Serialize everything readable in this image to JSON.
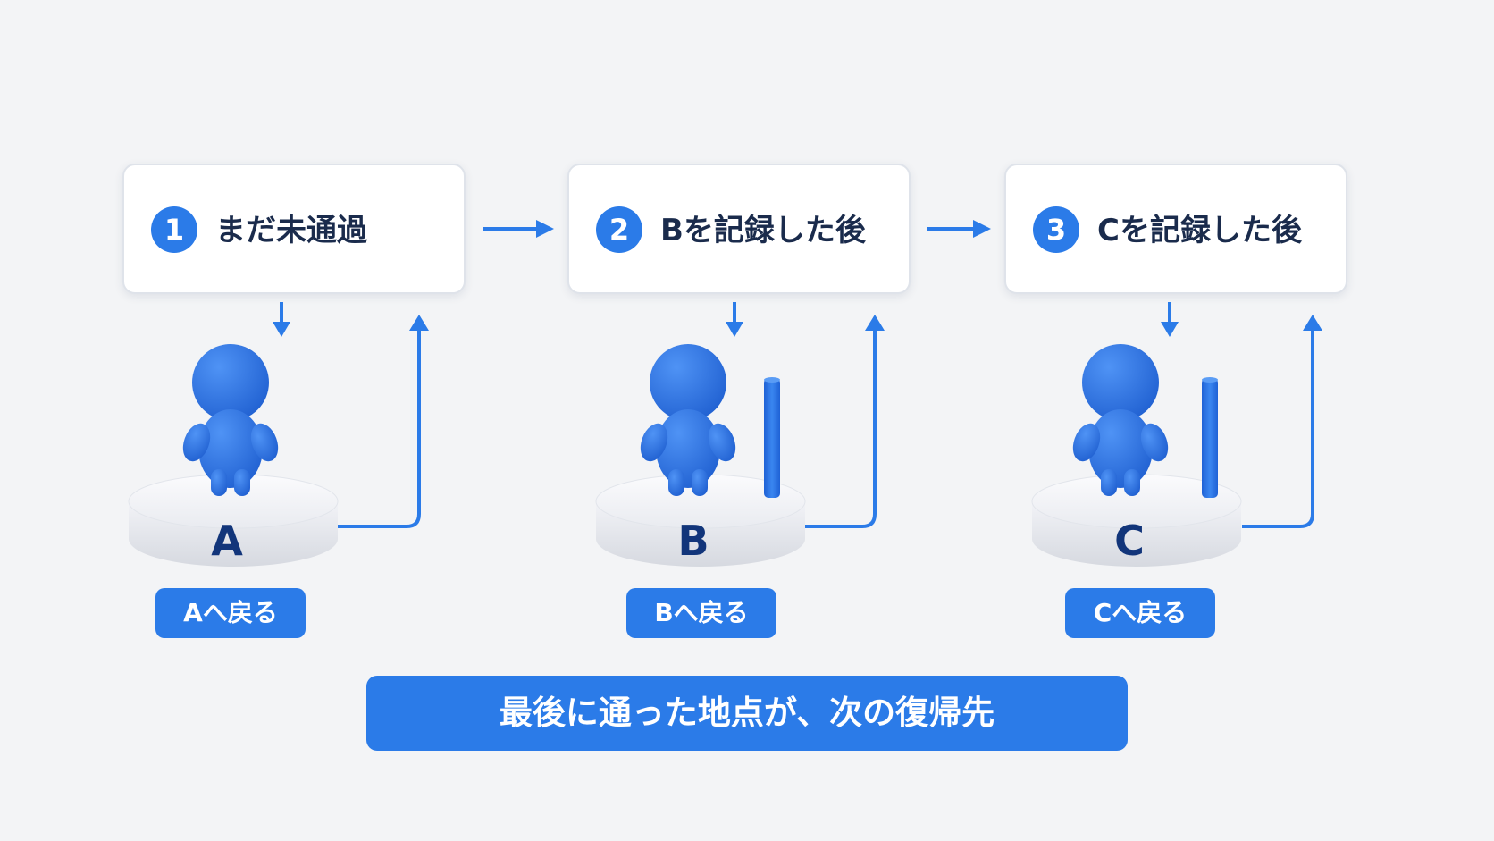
{
  "steps": [
    {
      "number": "1",
      "label": "まだ未通過"
    },
    {
      "number": "2",
      "label": "Bを記録した後"
    },
    {
      "number": "3",
      "label": "Cを記録した後"
    }
  ],
  "points": [
    {
      "letter": "A",
      "return_label": "Aへ戻る",
      "has_marker": false
    },
    {
      "letter": "B",
      "return_label": "Bへ戻る",
      "has_marker": true
    },
    {
      "letter": "C",
      "return_label": "Cへ戻る",
      "has_marker": true
    }
  ],
  "summary": "最後に通った地点が、次の復帰先",
  "colors": {
    "accent": "#2b7be8",
    "figure": "#2a6fe0",
    "text_dark": "#1a2b4c",
    "letter": "#12357a",
    "card_border": "#dfe3ea",
    "background": "#f3f4f6"
  },
  "icons": [
    "person-figure-icon",
    "pedestal-icon",
    "record-marker-icon",
    "arrow-right-icon",
    "arrow-down-icon",
    "return-arrow-icon"
  ]
}
